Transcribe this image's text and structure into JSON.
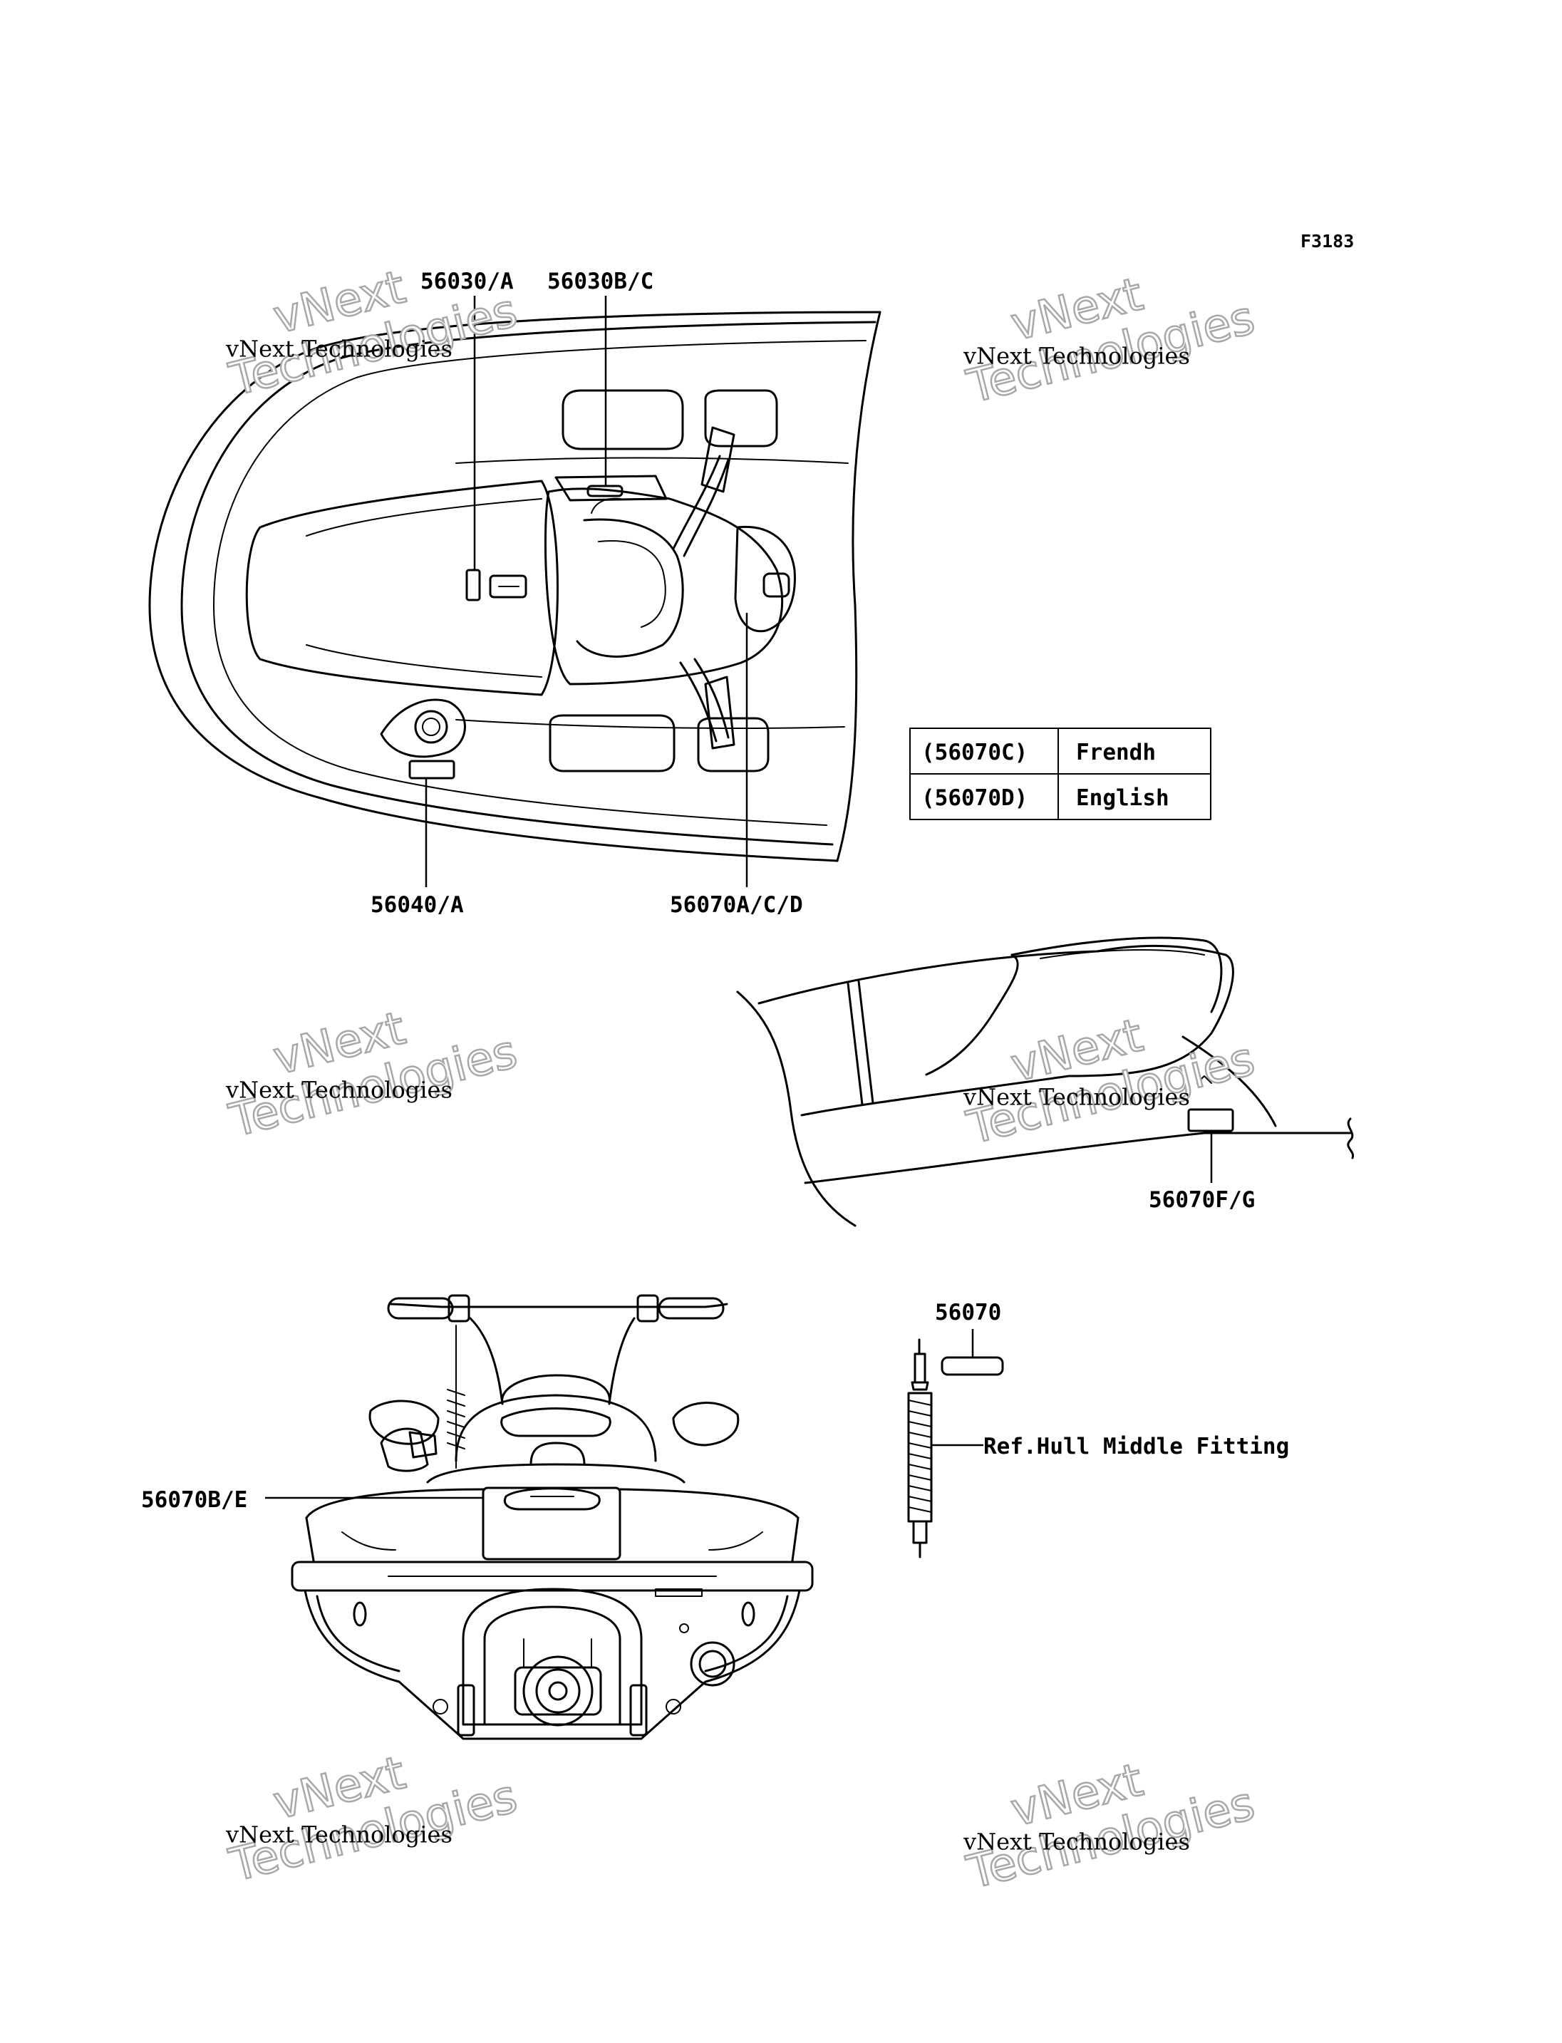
{
  "figure_code": "F3183",
  "callouts": {
    "c_56030A": "56030/A",
    "c_56030BC": "56030B/C",
    "c_56040A": "56040/A",
    "c_56070ACD": "56070A/C/D",
    "c_56070FG": "56070F/G",
    "c_56070": "56070",
    "c_56070BE": "56070B/E",
    "ref_hull": "Ref.Hull Middle Fitting"
  },
  "language_table": {
    "rows": [
      {
        "code": "(56070C)",
        "language": "Frendh"
      },
      {
        "code": "(56070D)",
        "language": "English"
      }
    ]
  },
  "watermark": {
    "line1": "vNext",
    "line2": "vNext Technologies",
    "line3": "Technologies"
  }
}
